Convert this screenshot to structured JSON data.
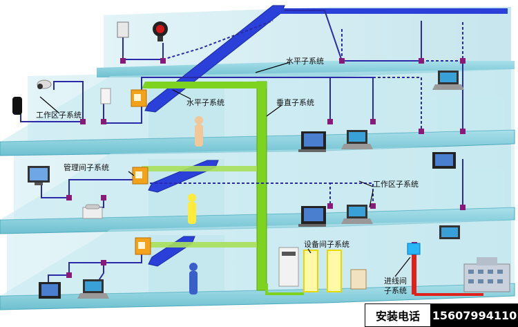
{
  "labels": {
    "horizontal_top": "水平子系统",
    "horizontal_mid": "水平子系统",
    "vertical": "垂直子系统",
    "work_area_left": "工作区子系统",
    "work_area_right": "工作区子系统",
    "admin": "管理间子系统",
    "equipment": "设备间子系统",
    "entrance_line1": "进线间",
    "entrance_line2": "子系统"
  },
  "contact": {
    "label": "安装电话",
    "phone": "15607994110"
  },
  "colors": {
    "floor": "#8fd0dc",
    "floor_edge": "#4aa9bd",
    "wall": "#c8e8ef",
    "backbone_blue": "#2b3fd9",
    "vertical_green": "#7ed321",
    "cable_blue": "#2a2aa8",
    "node_purple": "#8a1a7a",
    "entrance_red": "#e0201a",
    "admin_box": "#f3a21c"
  }
}
